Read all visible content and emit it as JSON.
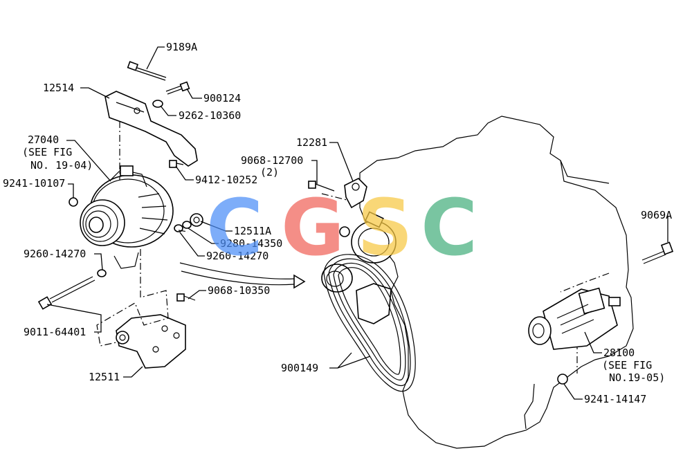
{
  "labels": {
    "l9189a": "9189A",
    "l12514": "12514",
    "l900124": "900124",
    "l9262": "9262-10360",
    "l27040a": "27040",
    "l27040b": "(SEE FIG",
    "l27040c": "NO. 19-04)",
    "l9241_10107": "9241-10107",
    "l9412": "9412-10252",
    "l12511a": "12511A",
    "l9280": "9280-14350",
    "l9260_right": "9260-14270",
    "l9260_left": "9260-14270",
    "l9068_10350": "9068-10350",
    "l9011": "9011-64401",
    "l12511": "12511",
    "l12281": "12281",
    "l9068_12700": "9068-12700",
    "l9068_qty": "(2)",
    "l900149": "900149",
    "l9069a": "9069A",
    "l28100a": "28100",
    "l28100b": "(SEE FIG",
    "l28100c": "NO.19-05)",
    "l9241_14147": "9241-14147"
  },
  "watermark": {
    "letters": [
      "C",
      "G",
      "S",
      "C"
    ],
    "colors": [
      "#4c8ef7",
      "#f0645a",
      "#f7c843",
      "#46b07e"
    ]
  }
}
